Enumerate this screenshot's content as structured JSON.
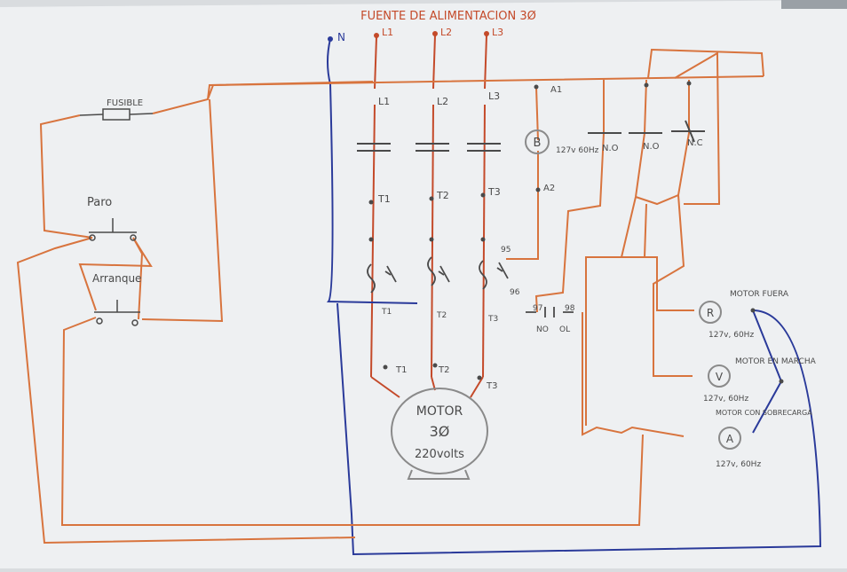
{
  "title": "FUENTE DE ALIMENTACION 3Ø",
  "colors": {
    "board": "#eef0f2",
    "power": "#c44a2a",
    "control": "#d8743e",
    "neutral": "#2a3a9a",
    "ink": "#4a4a4a",
    "component": "#8a8a8a"
  },
  "supply": {
    "neutral": "N",
    "phases": [
      "L1",
      "L2",
      "L3"
    ]
  },
  "contactor": {
    "phase_labels": [
      "L1",
      "L2",
      "L3"
    ],
    "load_labels": [
      "T1",
      "T2",
      "T3"
    ],
    "coil": {
      "name": "B",
      "rating": "127v 60Hz",
      "terminal_top": "A1",
      "terminal_bottom": "A2"
    },
    "aux_contacts": [
      "N.O",
      "N.O",
      "N.C"
    ]
  },
  "fuse": {
    "label": "FUSIBLE"
  },
  "buttons": {
    "stop": "Paro",
    "start": "Arranque"
  },
  "overload": {
    "load_labels": [
      "T1",
      "T2",
      "T3"
    ],
    "terminals": {
      "nc_a": "95",
      "nc_b": "96",
      "no_a": "97",
      "no_b": "98"
    },
    "contact_labels": {
      "no": "NO",
      "ol": "OL"
    }
  },
  "motor": {
    "terminals": [
      "T1",
      "T2",
      "T3"
    ],
    "lines": [
      "MOTOR",
      "3Ø",
      "220volts"
    ]
  },
  "lamps": [
    {
      "symbol": "R",
      "label": "MOTOR FUERA",
      "rating": "127v, 60Hz"
    },
    {
      "symbol": "V",
      "label": "MOTOR EN MARCHA",
      "rating": "127v, 60Hz"
    },
    {
      "symbol": "A",
      "label": "MOTOR CON SOBRECARGA",
      "rating": "127v, 60Hz"
    }
  ]
}
